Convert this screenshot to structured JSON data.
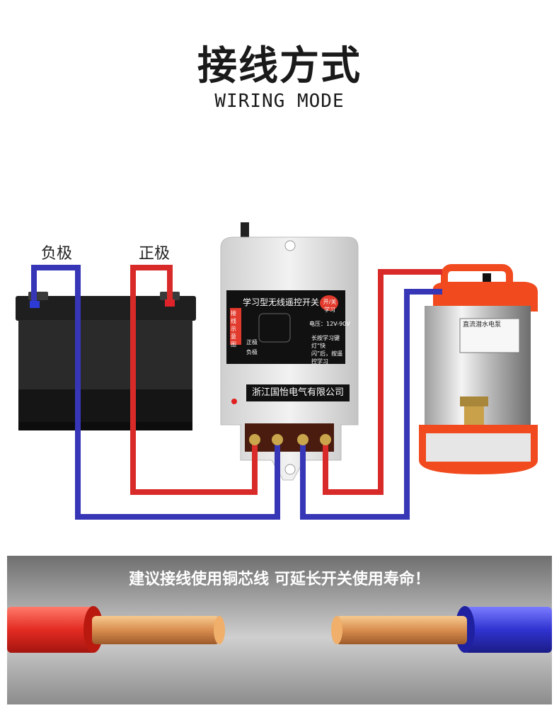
{
  "title": "接线方式",
  "subtitle": "WIRING MODE",
  "battery": {
    "negative_label": "负极",
    "positive_label": "正极"
  },
  "controller": {
    "panel_title": "学习型无线遥控开关",
    "side_label": "接线示意图",
    "badge": "开/关 学习",
    "voltage": "电压：12V-90V",
    "positive_text": "正极",
    "negative_text": "负极",
    "instruction": "长按学习键 灯“快闪”后，按遥控学习",
    "company": "浙江国怡电气有限公司"
  },
  "pump": {
    "label": "直流潜水电泵"
  },
  "tip": "建议接线使用铜芯线 可延长开关使用寿命！",
  "colors": {
    "red_wire": "#d92a2a",
    "blue_wire": "#3636b6",
    "pump_orange": "#f04a1e"
  }
}
